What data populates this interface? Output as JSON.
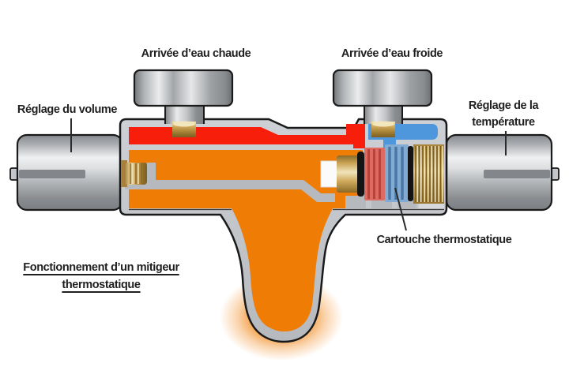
{
  "title": {
    "text": "Fonctionnement d’un mitigeur thermostatique"
  },
  "labels": {
    "hot_inlet": "Arrivée d’eau chaude",
    "cold_inlet": "Arrivée d’eau froide",
    "volume_control": "Réglage du volume",
    "temperature_control": "Réglage de la température",
    "thermostatic_cartridge": "Cartouche thermostatique"
  },
  "colors": {
    "hot_water_red": "#f81e0c",
    "cold_water_blue": "#4f97dc",
    "mixed_water_orange": "#ef7c04",
    "body_gray": "#c3c6cb",
    "brass_gold": "#c9a152",
    "outline_black": "#1a1a1a",
    "background": "#ffffff",
    "label_text": "#1f1f1f"
  }
}
